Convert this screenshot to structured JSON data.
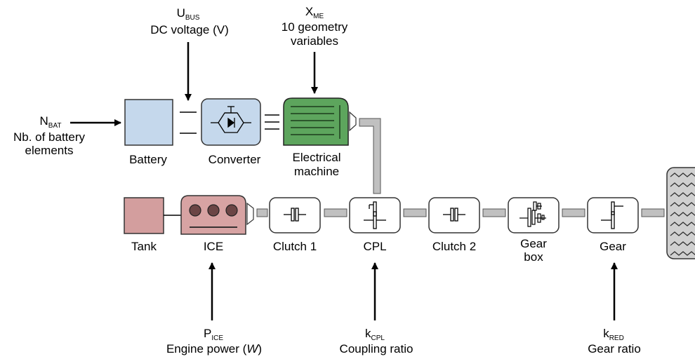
{
  "top_params": {
    "ubus": {
      "symbol_main": "U",
      "symbol_sub": "BUS",
      "desc": "DC voltage (V)"
    },
    "xme": {
      "symbol_main": "X",
      "symbol_sub": "ME",
      "desc_line1": "10 geometry",
      "desc_line2": "variables"
    },
    "nbat": {
      "symbol_main": "N",
      "symbol_sub": "BAT",
      "desc_line1": "Nb. of battery",
      "desc_line2": "elements"
    }
  },
  "components": {
    "battery": "Battery",
    "converter": "Converter",
    "electrical_machine_line1": "Electrical",
    "electrical_machine_line2": "machine",
    "tank": "Tank",
    "ice": "ICE",
    "clutch1": "Clutch 1",
    "cpl": "CPL",
    "clutch2": "Clutch 2",
    "gearbox_line1": "Gear",
    "gearbox_line2": "box",
    "gear": "Gear"
  },
  "bottom_params": {
    "pice": {
      "symbol_main": "P",
      "symbol_sub": "ICE",
      "desc_pre": "Engine power (",
      "desc_unit": "W",
      "desc_post": ")"
    },
    "kcpl": {
      "symbol_main": "k",
      "symbol_sub": "CPL",
      "desc": "Coupling ratio"
    },
    "kred": {
      "symbol_main": "k",
      "symbol_sub": "RED",
      "desc": "Gear ratio"
    }
  },
  "colors": {
    "battery_fill": "#c5d8ec",
    "converter_fill": "#c5d8ec",
    "machine_fill": "#5da55d",
    "ice_fill": "#d7a3a3",
    "tank_fill": "#d39e9e",
    "shaft_fill": "#c0c0c0",
    "wheel_fill": "#d0d0d0"
  }
}
